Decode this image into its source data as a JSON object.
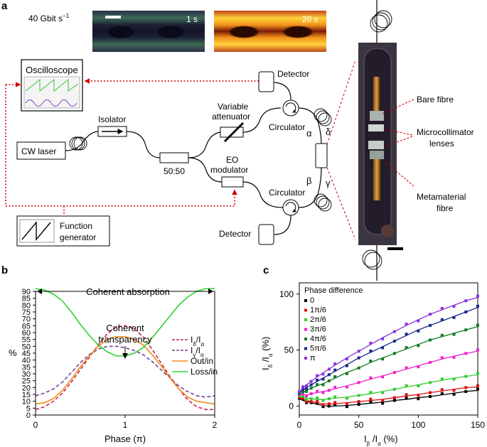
{
  "panels": {
    "a": {
      "label": "a",
      "eye_rate": "40 Gbit s",
      "eye_rate_exp": "−1",
      "eye_left_time": "1 s",
      "eye_right_time": "20 s",
      "components": {
        "oscilloscope": "Oscilloscope",
        "detector_top": "Detector",
        "detector_bottom": "Detector",
        "variable_attenuator_line1": "Variable",
        "variable_attenuator_line2": "attenuator",
        "isolator": "Isolator",
        "cw_laser": "CW laser",
        "splitter": "50:50",
        "eo_line1": "EO",
        "eo_line2": "modulator",
        "circulator_top": "Circulator",
        "circulator_bottom": "Circulator",
        "function_generator_line1": "Function",
        "function_generator_line2": "generator"
      },
      "ports": {
        "alpha": "α",
        "beta": "β",
        "gamma": "γ",
        "delta": "δ"
      },
      "photo_labels": {
        "bare_fibre": "Bare fibre",
        "microcollimator_line1": "Microcollimator",
        "microcollimator_line2": "lenses",
        "metamaterial_line1": "Metamaterial",
        "metamaterial_line2": "fibre"
      },
      "colors": {
        "laser_path": "#cc0000",
        "fibre": "#000000"
      }
    },
    "b": {
      "label": "b",
      "ylabel": "%",
      "xlabel": "Phase (π)",
      "annotation_absorption": "Coherent absorption",
      "annotation_transparency_line1": "Coherent",
      "annotation_transparency_line2": "transparency"
    },
    "c": {
      "label": "c",
      "ylabel": "I",
      "ylabel_sub1": "δ",
      "ylabel_mid": " /I",
      "ylabel_sub2": "α",
      "ylabel_unit": " (%)",
      "xlabel": "I",
      "xlabel_sub1": "β",
      "xlabel_mid": " /I",
      "xlabel_sub2": "α",
      "xlabel_unit": " (%)",
      "legend_title": "Phase difference"
    }
  },
  "chart_data": [
    {
      "type": "line",
      "panel": "b",
      "xlabel": "Phase (π)",
      "ylabel": "%",
      "xlim": [
        0,
        2
      ],
      "ylim": [
        0,
        90
      ],
      "xticks": [
        "0",
        "1",
        "2"
      ],
      "yticks": [
        "0",
        "5",
        "10",
        "15",
        "20",
        "25",
        "30",
        "35",
        "40",
        "45",
        "50",
        "55",
        "60",
        "65",
        "70",
        "75",
        "80",
        "85",
        "90"
      ],
      "x": [
        0,
        0.1,
        0.2,
        0.3,
        0.4,
        0.5,
        0.6,
        0.7,
        0.8,
        0.9,
        1.0,
        1.1,
        1.2,
        1.3,
        1.4,
        1.5,
        1.6,
        1.7,
        1.8,
        1.9,
        2.0
      ],
      "series": [
        {
          "name": "Iδ/Iα",
          "legend_main": "I",
          "legend_sub1": "δ",
          "legend_mid": "/I",
          "legend_sub2": "α",
          "color": "#cc2244",
          "dash": true,
          "values": [
            4,
            6,
            10,
            16,
            24,
            33,
            42,
            51,
            59,
            64,
            65,
            63,
            57,
            48,
            38,
            28,
            19,
            11,
            6,
            4,
            4
          ]
        },
        {
          "name": "Iγ/Iα",
          "legend_main": "I",
          "legend_sub1": "γ",
          "legend_mid": "/I",
          "legend_sub2": "α",
          "color": "#7a3f99",
          "dash": true,
          "values": [
            14,
            16,
            19,
            24,
            31,
            38,
            44,
            48,
            50,
            50,
            49,
            47,
            44,
            39,
            33,
            27,
            21,
            17,
            14,
            13,
            14
          ]
        },
        {
          "name": "Out/in",
          "color": "#f08a1c",
          "dash": false,
          "values": [
            8,
            9,
            12,
            18,
            26,
            35,
            43,
            50,
            55,
            57,
            57,
            55,
            51,
            44,
            36,
            27,
            19,
            13,
            10,
            9,
            8
          ]
        },
        {
          "name": "Loss/in",
          "color": "#2ed12e",
          "dash": false,
          "values": [
            92,
            91,
            88,
            83,
            75,
            66,
            58,
            51,
            46,
            43,
            43,
            45,
            49,
            56,
            64,
            72,
            80,
            86,
            90,
            92,
            92
          ]
        }
      ]
    },
    {
      "type": "scatter",
      "panel": "c",
      "xlabel": "Iβ/Iα (%)",
      "ylabel": "Iδ/Iα (%)",
      "xlim": [
        0,
        150
      ],
      "ylim": [
        -8,
        110
      ],
      "xticks": [
        "0",
        "50",
        "100",
        "150"
      ],
      "yticks": [
        "0",
        "50",
        "100"
      ],
      "x": [
        0,
        3,
        6,
        10,
        15,
        20,
        25,
        30,
        40,
        50,
        60,
        70,
        80,
        90,
        100,
        110,
        120,
        130,
        140,
        150
      ],
      "series": [
        {
          "name": "0",
          "color": "#000000",
          "values": [
            7,
            5,
            4,
            3,
            1.5,
            0.5,
            0,
            0,
            0.5,
            1.5,
            2.5,
            3.5,
            5,
            6,
            7.5,
            8.5,
            10,
            11.5,
            13,
            14
          ]
        },
        {
          "name": "1π/6",
          "color": "#dd1111",
          "values": [
            8,
            6,
            5,
            4,
            3,
            2,
            2,
            2,
            3,
            4,
            5,
            6,
            7.5,
            9,
            10.5,
            12,
            13.5,
            15,
            16.5,
            17
          ]
        },
        {
          "name": "2π/6",
          "color": "#33cc33",
          "values": [
            9,
            8,
            7,
            6.5,
            6,
            6,
            6.5,
            7,
            8,
            9.5,
            11,
            13,
            15,
            17,
            19,
            21,
            23,
            25,
            26.5,
            28
          ]
        },
        {
          "name": "3π/6",
          "color": "#ee22cc",
          "values": [
            10,
            10,
            10,
            11,
            12,
            13,
            14,
            15.5,
            18,
            21,
            24,
            27,
            30,
            33,
            36,
            39,
            42,
            44.5,
            47,
            49
          ]
        },
        {
          "name": "4π/6",
          "color": "#117a22",
          "values": [
            11,
            12,
            14,
            16,
            18,
            20,
            22.5,
            25,
            30,
            34,
            39,
            43,
            47,
            51,
            55,
            59,
            62,
            65,
            68,
            71
          ]
        },
        {
          "name": "5π/6",
          "color": "#1a2a8a",
          "values": [
            12,
            14,
            16.5,
            19,
            22,
            25,
            28,
            31,
            37,
            43,
            48,
            53,
            58,
            63,
            68,
            72,
            76,
            80,
            84,
            88
          ]
        },
        {
          "name": "π",
          "color": "#8a33dd",
          "values": [
            13,
            16,
            19,
            22,
            26,
            29.5,
            33,
            36.5,
            43,
            49,
            55,
            61,
            66.5,
            72,
            77,
            82,
            86,
            90,
            94,
            97
          ]
        }
      ]
    }
  ]
}
